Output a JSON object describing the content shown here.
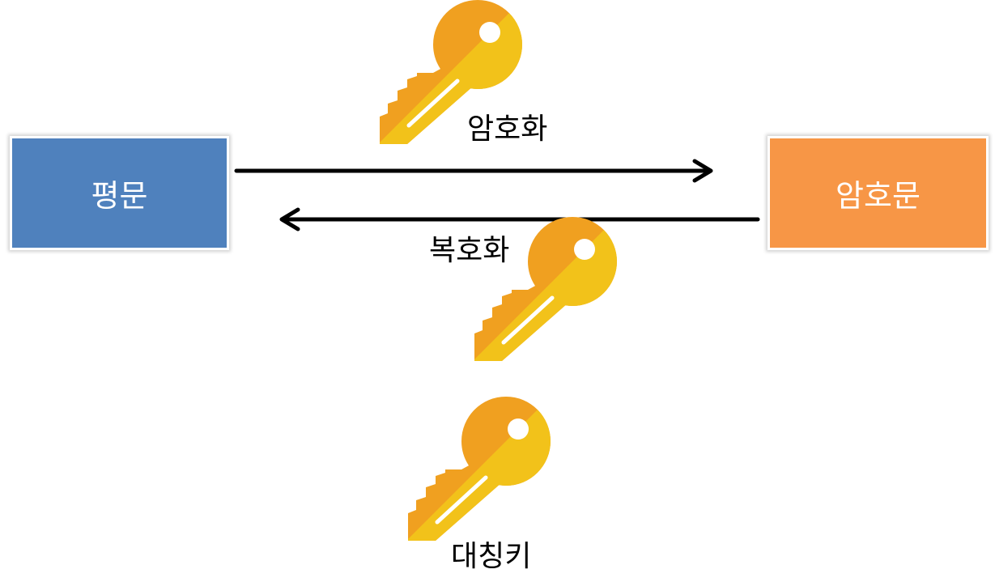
{
  "nodes": {
    "plaintext": {
      "label": "평문",
      "color": "#4f81bd"
    },
    "ciphertext": {
      "label": "암호문",
      "color": "#f79646"
    }
  },
  "edges": {
    "encrypt": {
      "label": "암호화",
      "from": "plaintext",
      "to": "ciphertext"
    },
    "decrypt": {
      "label": "복호화",
      "from": "ciphertext",
      "to": "plaintext"
    }
  },
  "key": {
    "label": "대칭키",
    "icon": "key-icon",
    "colors": {
      "dark": "#f0a020",
      "light": "#f2c21a",
      "hole": "#ffffff"
    }
  }
}
